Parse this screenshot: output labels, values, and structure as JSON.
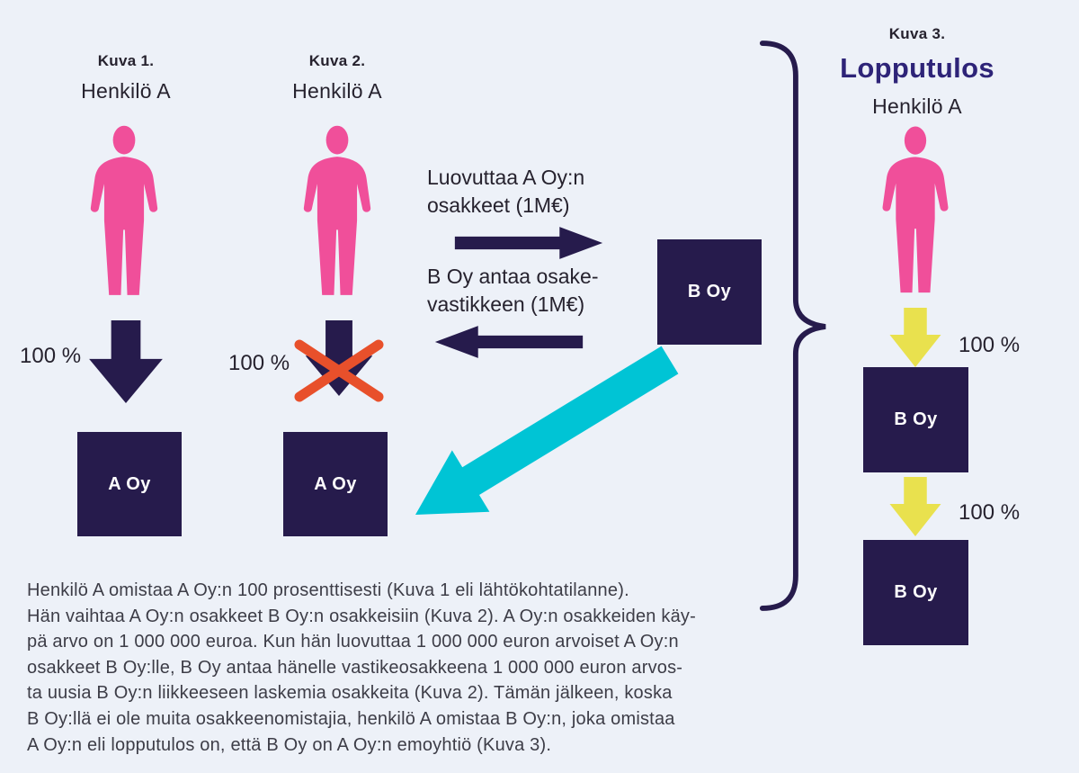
{
  "colors": {
    "background": "#edf1f8",
    "dark_purple": "#261b4c",
    "heading_purple": "#2e2478",
    "pink": "#f04f9a",
    "cyan": "#00c4d5",
    "yellow": "#e9e14e",
    "red_x": "#e8502b",
    "text_dark": "#26222e",
    "text_body": "#3d3d47"
  },
  "figure1": {
    "caption": "Kuva 1.",
    "title": "Henkilö A",
    "percent": "100 %",
    "box": "A Oy"
  },
  "figure2": {
    "caption": "Kuva 2.",
    "title": "Henkilö A",
    "percent": "100 %",
    "box": "A Oy"
  },
  "exchange": {
    "give_line1": "Luovuttaa A Oy:n",
    "give_line2": "osakkeet (1M€)",
    "receive_line1": "B Oy antaa osake-",
    "receive_line2": "vastikkeen (1M€)",
    "box": "B Oy"
  },
  "figure3": {
    "caption": "Kuva 3.",
    "heading": "Lopputulos",
    "title": "Henkilö A",
    "percent_top": "100 %",
    "percent_bottom": "100 %",
    "box_top": "B Oy",
    "box_bottom": "B Oy"
  },
  "paragraph": {
    "lines": [
      "Henkilö A omistaa A Oy:n 100 prosenttisesti (Kuva 1 eli lähtökohtatilanne).",
      "Hän vaihtaa A Oy:n osakkeet B Oy:n osakkeisiin (Kuva 2). A Oy:n osakkeiden käy-",
      "pä arvo on 1 000 000 euroa. Kun hän luovuttaa 1 000 000 euron arvoiset A Oy:n",
      "osakkeet B Oy:lle, B Oy antaa hänelle vastikeosakkeena 1 000 000 euron arvos-",
      "ta uusia B Oy:n liikkeeseen laskemia osakkeita (Kuva 2). Tämän jälkeen, koska",
      "B Oy:llä ei ole muita osakkeenomistajia, henkilö A omistaa B Oy:n, joka omistaa",
      "A Oy:n eli lopputulos on, että B Oy on A Oy:n emoyhtiö (Kuva 3)."
    ]
  }
}
